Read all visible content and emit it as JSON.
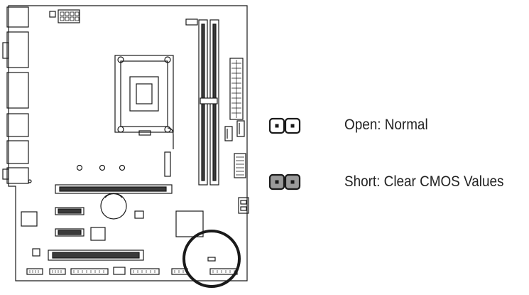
{
  "legend": [
    {
      "state": "open",
      "label": "Open: Normal",
      "pin_fill": "#ffffff"
    },
    {
      "state": "short",
      "label": "Short: Clear CMOS Values",
      "pin_fill": "#9a9a9a"
    }
  ],
  "colors": {
    "line": "#1a1a1a",
    "slot_fill": "#3a3a3a",
    "highlight": "#1a1a1a"
  }
}
